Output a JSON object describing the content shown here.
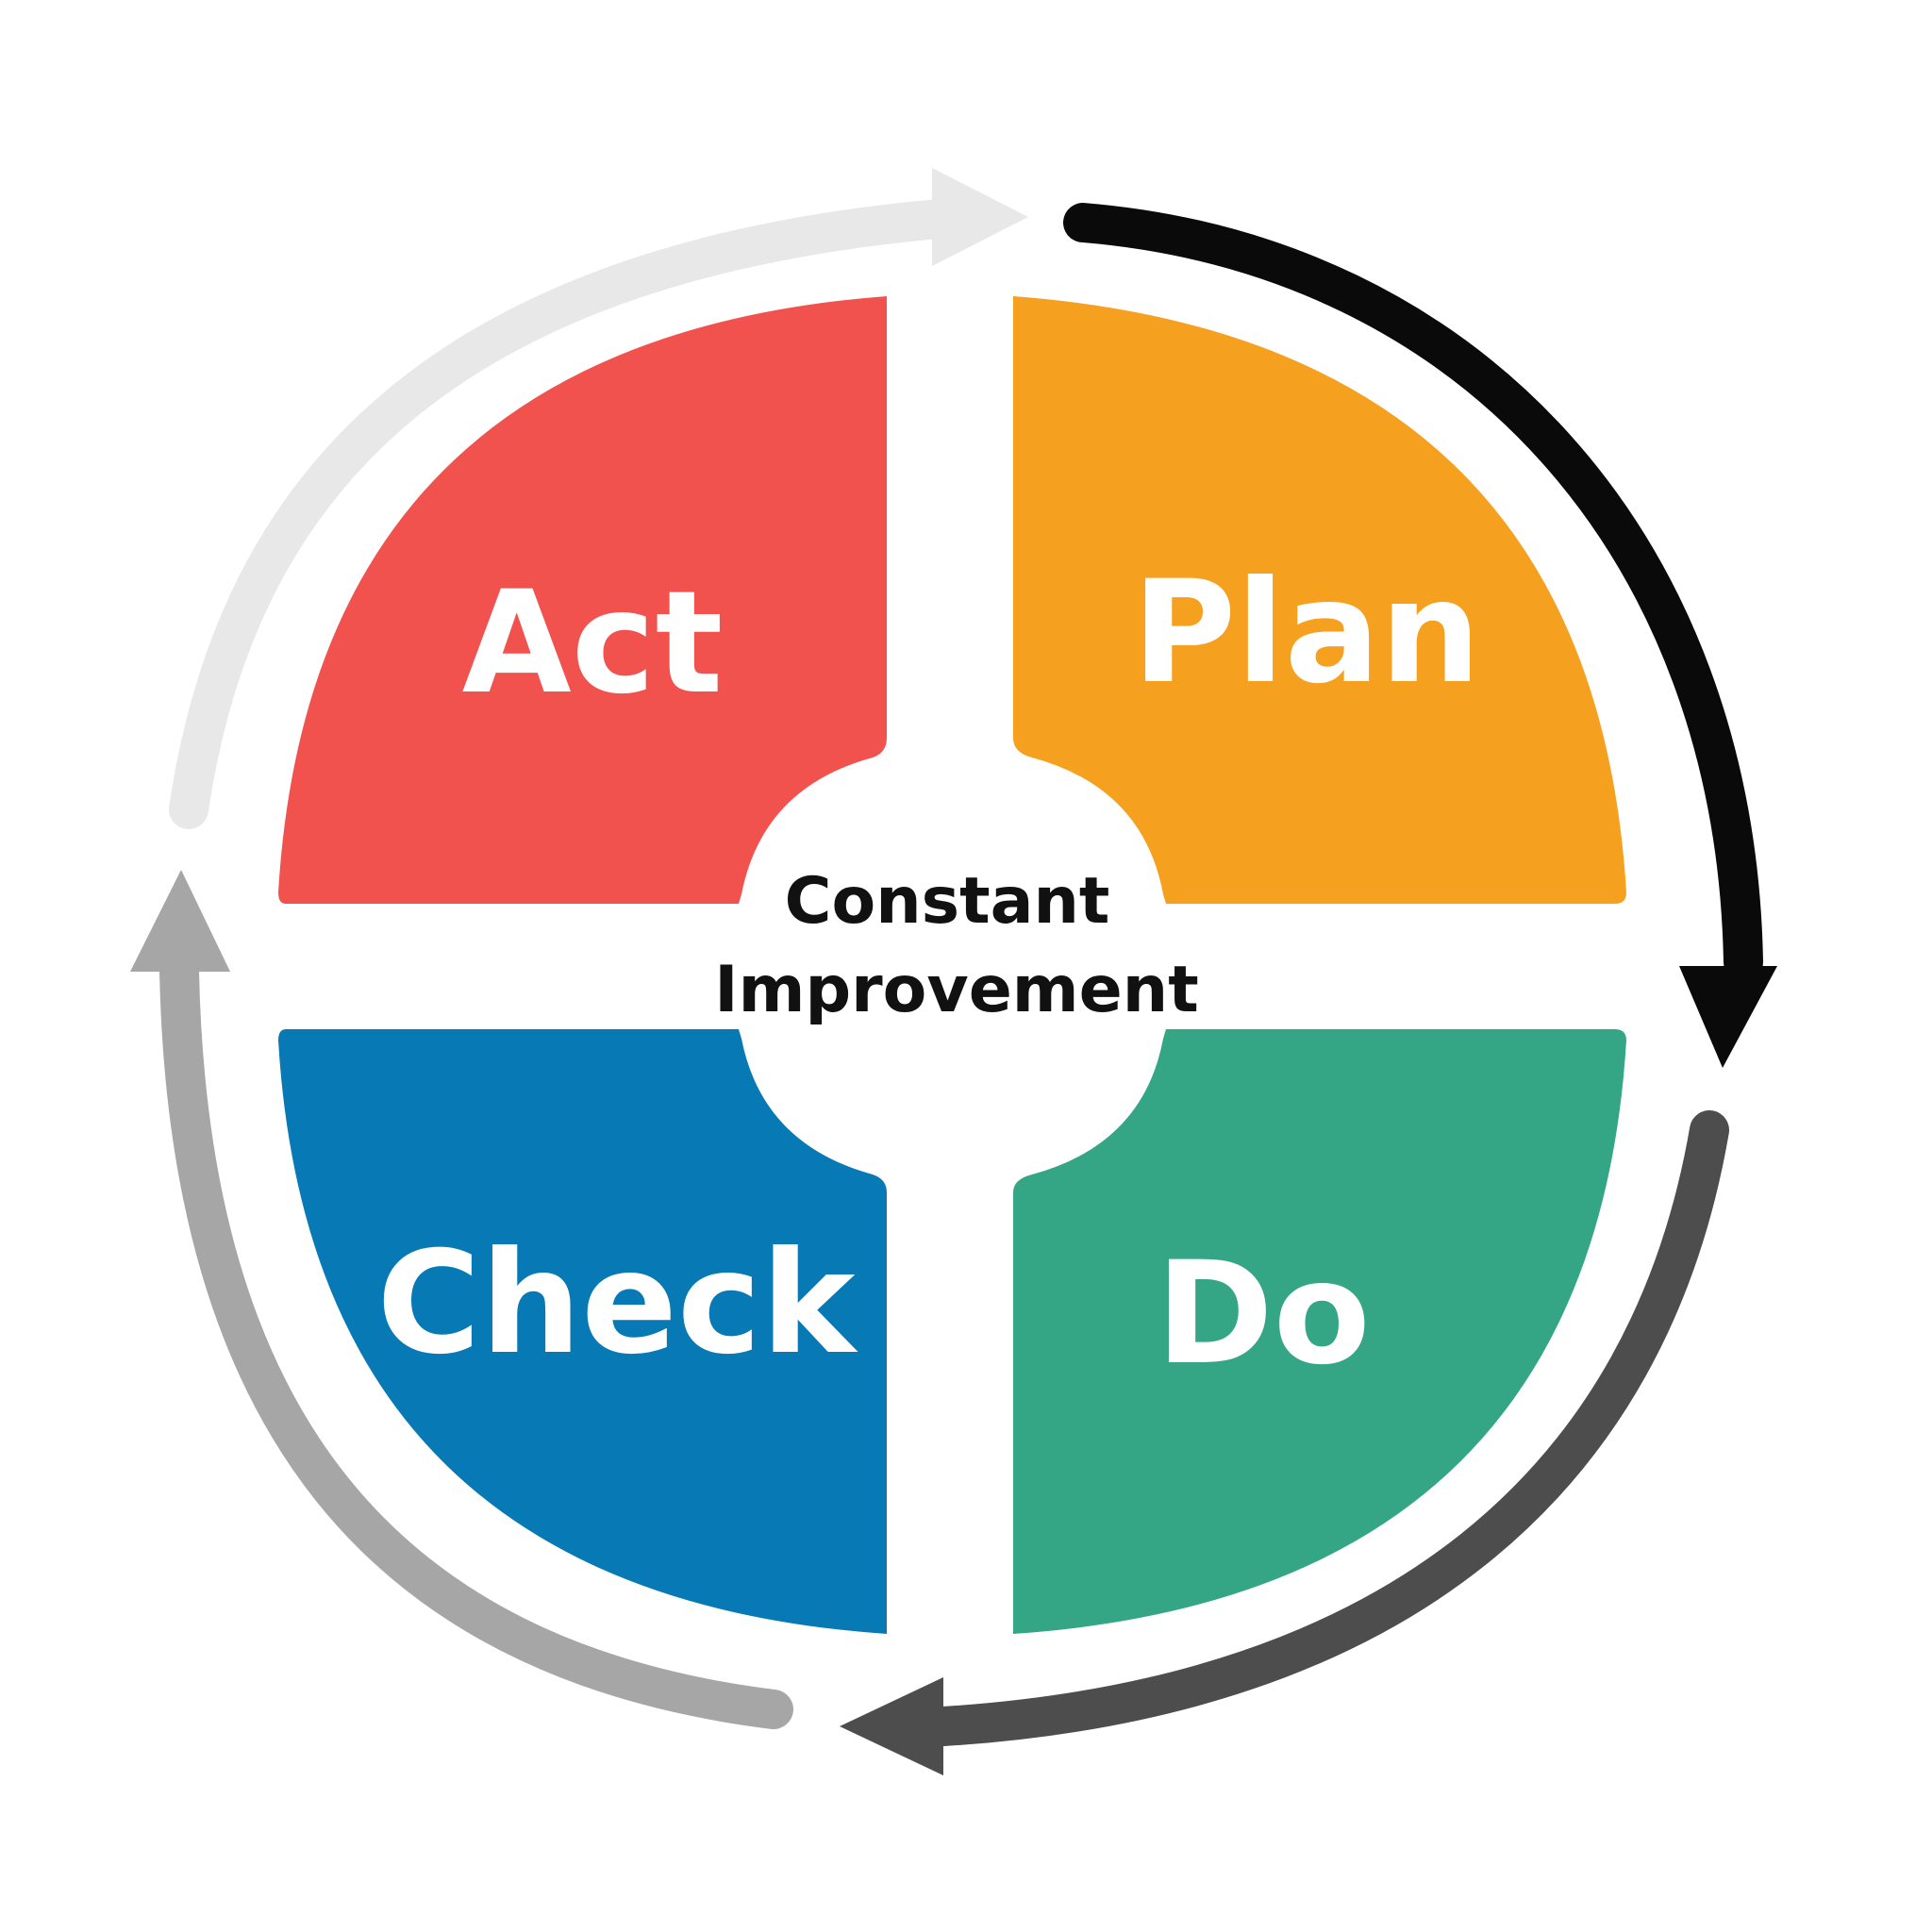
{
  "diagram": {
    "center": {
      "line1": "Constant",
      "line2": "Improvement"
    },
    "quadrants": {
      "plan": {
        "label": "Plan",
        "color": "#F6A01F"
      },
      "do": {
        "label": "Do",
        "color": "#34A685"
      },
      "check": {
        "label": "Check",
        "color": "#0779B5"
      },
      "act": {
        "label": "Act",
        "color": "#F1524E"
      }
    },
    "arrows": {
      "act_to_plan": {
        "color": "#E8E8E8"
      },
      "plan_to_do": {
        "color": "#0A0A0A"
      },
      "do_to_check": {
        "color": "#4D4D4D"
      },
      "check_to_act": {
        "color": "#A6A6A6"
      }
    }
  }
}
